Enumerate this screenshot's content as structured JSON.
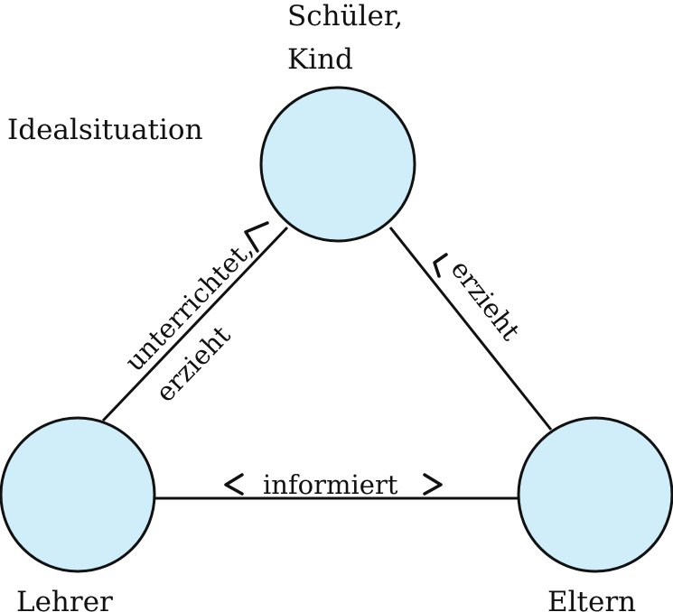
{
  "title": "Idealsituation",
  "nodes": {
    "child": {
      "label_line1": "Schüler,",
      "label_line2": "Kind"
    },
    "teacher": {
      "label": "Lehrer"
    },
    "parents": {
      "label": "Eltern"
    }
  },
  "edges": {
    "teacher_child": {
      "label_line1": "unterrichtet,",
      "label_line2": "erzieht"
    },
    "parents_child": {
      "label": "erzieht"
    },
    "teacher_parents": {
      "label": "informiert"
    }
  },
  "colors": {
    "node_fill": "#cfeef9",
    "stroke": "#111111",
    "background": "#ffffff"
  }
}
